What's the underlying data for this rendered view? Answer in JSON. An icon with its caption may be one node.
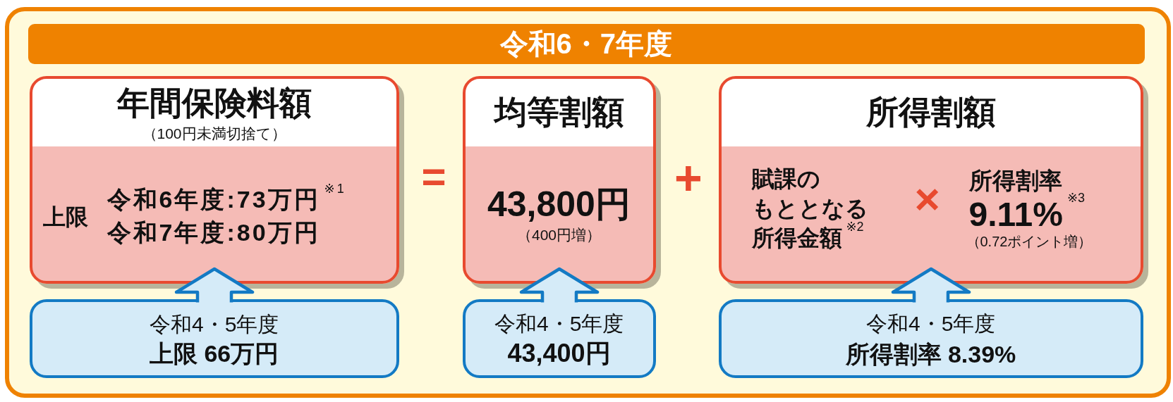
{
  "diagram": {
    "nodes": [
      {
        "text": [
          "令和6・7年度"
        ]
      },
      {
        "text": [
          "年間保険料額",
          "（100円未満切捨て）",
          "上限",
          "令和6年度:73万円$^{※1}$",
          "令和7年度:80万円"
        ]
      },
      {
        "text": [
          "均等割額",
          "43,800円",
          "（400円増）"
        ]
      },
      {
        "text": [
          "所得割額",
          "賦課のもととなる所得金額$^{※2}$",
          "×",
          "所得割率",
          "9.11%$^{※3}$",
          "（0.72ポイント増）"
        ]
      },
      {
        "text": [
          "令和4・5年度",
          "上限 66万円"
        ]
      },
      {
        "text": [
          "令和4・5年度",
          "43,400円"
        ]
      },
      {
        "text": [
          "令和4・5年度",
          "所得割率 8.39%"
        ]
      }
    ],
    "edges": [
      {
        "from": 4,
        "to": 1,
        "arrow": "to"
      },
      {
        "from": 5,
        "to": 2,
        "arrow": "to"
      },
      {
        "from": 6,
        "to": 3,
        "arrow": "to"
      }
    ],
    "labels": [
      "=",
      "+"
    ]
  }
}
